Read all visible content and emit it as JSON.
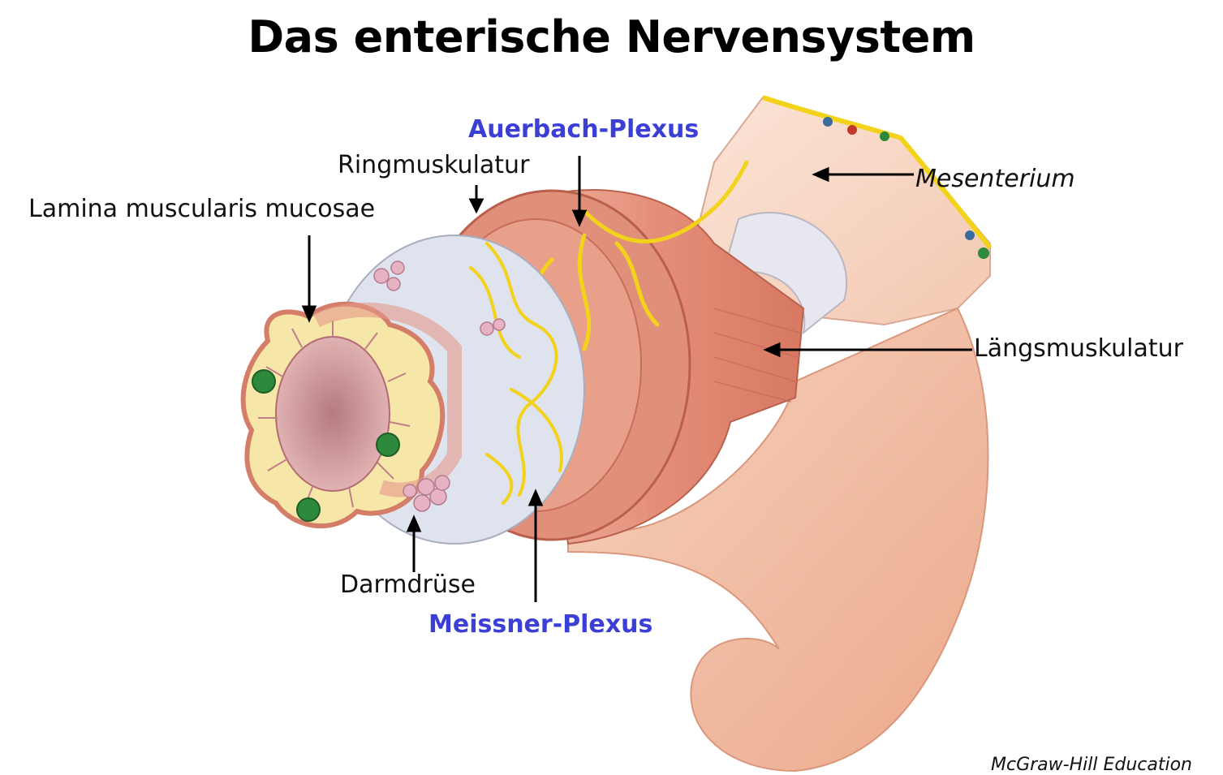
{
  "title": "Das enterische Nervensystem",
  "labels": {
    "lamina": "Lamina muscularis mucosae",
    "ringmuskulatur": "Ringmuskulatur",
    "auerbach": "Auerbach-Plexus",
    "mesenterium": "Mesenterium",
    "laengsmuskulatur": "Längsmuskulatur",
    "darmdruese": "Darmdrüse",
    "meissner": "Meissner-Plexus"
  },
  "credit": "McGraw-Hill Education",
  "colors": {
    "highlight_label": "#3b3fd6",
    "muscle": "#e79a86",
    "muscle_dark": "#c96b58",
    "skin": "#f4c2a6",
    "submucosa": "#dfe3ee",
    "nerve": "#f2d21a",
    "gland": "#2d8a3c"
  }
}
